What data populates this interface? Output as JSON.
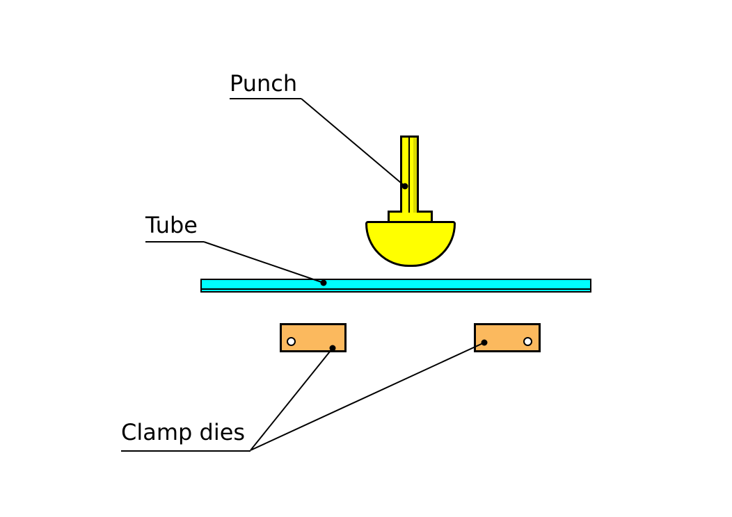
{
  "diagram": {
    "kind": "technical-illustration",
    "subject": "tube forming setup with punch and clamp dies",
    "labels": {
      "punch": "Punch",
      "tube": "Tube",
      "clamp_dies": "Clamp dies"
    },
    "colors": {
      "punch_fill": "#FFFF00",
      "punch_shade": "#D9D900",
      "tube_fill": "#00FFFF",
      "clamp_die_fill": "#FBB95E",
      "die_hole_fill": "#FFFFFF",
      "outline": "#000000",
      "text": "#000000",
      "background": "#FFFFFF"
    }
  }
}
